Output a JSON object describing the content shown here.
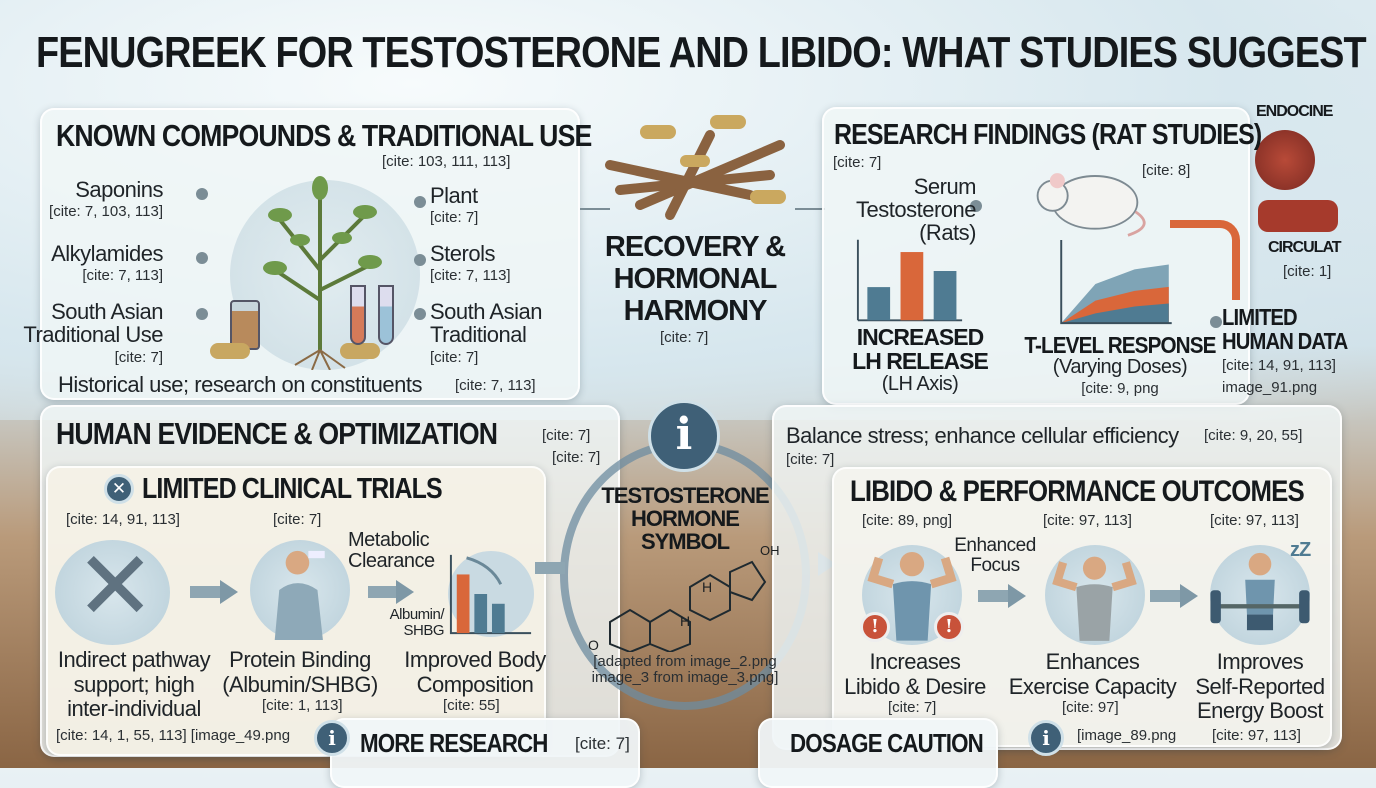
{
  "title": "FENUGREEK FOR TESTOSTERONE AND LIBIDO: WHAT STUDIES SUGGEST",
  "compounds": {
    "heading": "KNOWN COMPOUNDS & TRADITIONAL USE",
    "cite": "[cite: 103, 111, 113]",
    "left": [
      {
        "label": "Saponins",
        "cite": "[cite: 7, 103, 113]"
      },
      {
        "label": "Alkylamides",
        "cite": "[cite: 7, 113]"
      },
      {
        "label": "South Asian\nTraditional Use",
        "cite": "[cite: 7]"
      }
    ],
    "right": [
      {
        "label": "Plant",
        "cite": "[cite: 7]"
      },
      {
        "label": "Sterols",
        "cite": "[cite: 7, 113]"
      },
      {
        "label": "South Asian\nTraditional",
        "cite": "[cite: 7]"
      }
    ],
    "footer": "Historical use; research on constituents",
    "footer_cite": "[cite: 7, 113]"
  },
  "center_top": {
    "heading": "RECOVERY &\nHORMONAL\nHARMONY",
    "cite": "[cite: 7]"
  },
  "rat": {
    "heading": "RESEARCH FINDINGS (RAT STUDIES)",
    "cite": "[cite: 7]",
    "serum": "Serum\nTestosterone\n(Rats)",
    "lh_heading": "INCREASED\nLH RELEASE",
    "lh_sub": "(LH Axis)",
    "t_heading": "T-LEVEL RESPONSE",
    "t_sub": "(Varying Doses)",
    "t_cite": "[cite: 9, png",
    "cite8": "[cite: 8]",
    "endocine": "ENDOCINE",
    "circulat": "CIRCULAT",
    "circulat_cite": "[cite: 1]",
    "limited": "LIMITED\nHUMAN DATA",
    "limited_cite": "[cite: 14, 91, 113]",
    "limited_img": "image_91.png",
    "colors": {
      "blue": "#4f7b92",
      "orange": "#d9673a"
    }
  },
  "human": {
    "heading": "HUMAN EVIDENCE & OPTIMIZATION",
    "cite1": "[cite: 7]",
    "cite2": "[cite: 7]",
    "trials": {
      "heading": "LIMITED CLINICAL TRIALS",
      "cite_a": "[cite: 14, 91, 113]",
      "cite_b": "[cite: 7]",
      "metabolic": "Metabolic\nClearance",
      "albumin": "Albumin/\nSHBG",
      "items": [
        {
          "label": "Indirect pathway\nsupport; high\ninter-individual",
          "cite": "[cite: 14, 1, 55, 113] [image_49.png"
        },
        {
          "label": "Protein Binding\n(Albumin/SHBG)",
          "cite": "[cite: 1, 113]"
        },
        {
          "label": "Improved Body\nComposition",
          "cite": "[cite: 55]"
        }
      ]
    }
  },
  "hormone": {
    "heading": "TESTOSTERONE\nHORMONE\nSYMBOL",
    "oh": "OH",
    "h1": "H",
    "h2": "H",
    "o": "O",
    "caption": "[adapted from image_2.png\nimage_3 from image_3.png]"
  },
  "outcomes": {
    "intro": "Balance stress; enhance cellular efficiency",
    "intro_cite": "[cite: 9, 20, 55]",
    "intro_cite2": "[cite: 7]",
    "heading": "LIBIDO & PERFORMANCE OUTCOMES",
    "focus": "Enhanced\nFocus",
    "items": [
      {
        "top_cite": "[cite: 89, png]",
        "label": "Increases\nLibido & Desire",
        "cite": "[cite: 7]"
      },
      {
        "top_cite": "[cite: 97, 113]",
        "label": "Enhances\nExercise Capacity",
        "cite": "[cite: 97]",
        "extra": "[image_89.png"
      },
      {
        "top_cite": "[cite: 97, 113]",
        "label": "Improves\nSelf-Reported\nEnergy Boost",
        "cite": "[cite: 97, 113]"
      }
    ]
  },
  "more_research": {
    "label": "MORE RESEARCH",
    "cite": "[cite: 7]"
  },
  "dosage": {
    "label": "DOSAGE CAUTION"
  },
  "icons": {
    "info": "i",
    "x": "✕",
    "exclaim": "!",
    "zz": "zZ"
  }
}
